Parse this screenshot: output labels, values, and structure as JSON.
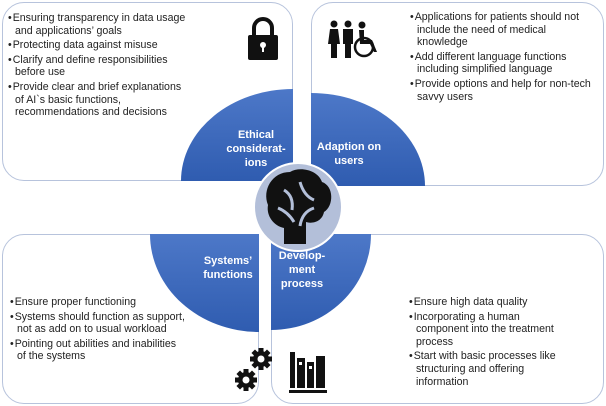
{
  "quadrants": [
    {
      "title": "Ethical considerat-ions",
      "title_lines": [
        "Ethical",
        "considerat-",
        "ions"
      ],
      "icon": "lock-icon",
      "items": [
        "Ensuring transparency in data usage and applications’ goals",
        "Protecting data against misuse",
        "Clarify and define responsibilities before use",
        "Provide clear and brief explanations of AI`s basic functions, recommendations and decisions"
      ]
    },
    {
      "title": "Adaption on users",
      "title_lines": [
        "Adaption on",
        "users"
      ],
      "icon": "people-wheelchair-icon",
      "items": [
        "Applications for patients should not include the need of medical knowledge",
        "Add different language functions including simplified language",
        "Provide options and help for non-tech savvy users"
      ]
    },
    {
      "title": "Systems’ functions",
      "title_lines": [
        "Systems’",
        "functions"
      ],
      "icon": "gears-icon",
      "items": [
        "Ensure proper functioning",
        "Systems should function as support, not as add on to usual workload",
        "Pointing out abilities and inabilities of the systems"
      ]
    },
    {
      "title": "Develop-ment process",
      "title_lines": [
        "Develop-",
        "ment",
        "process"
      ],
      "icon": "books-icon",
      "items": [
        "Ensure high data quality",
        "Incorporating a human component into the treatment process",
        "Start with basic processes like structuring and offering information"
      ]
    }
  ],
  "center_icon": "brain-icon",
  "colors": {
    "quadrant": "#3f6cc0",
    "center": "#b3bfd9",
    "border": "#b7c3dc"
  }
}
